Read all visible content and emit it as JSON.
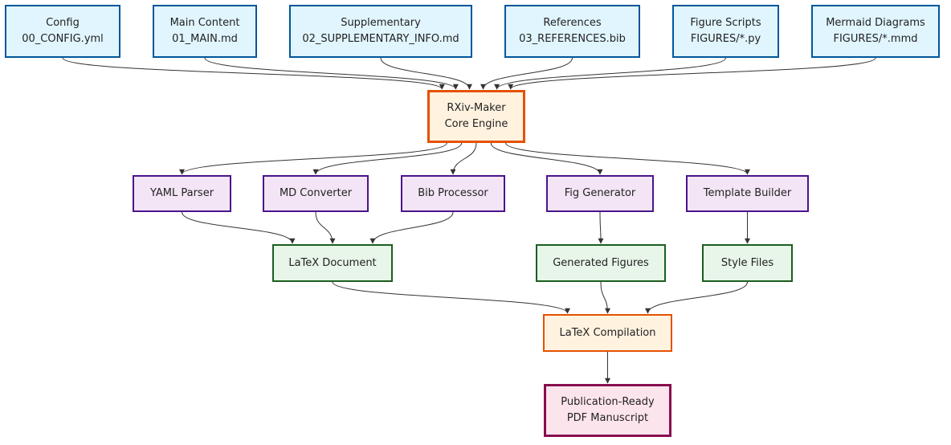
{
  "diagram": {
    "nodes": {
      "config": {
        "line1": "Config",
        "line2": "00_CONFIG.yml"
      },
      "main": {
        "line1": "Main Content",
        "line2": "01_MAIN.md"
      },
      "supp": {
        "line1": "Supplementary",
        "line2": "02_SUPPLEMENTARY_INFO.md"
      },
      "refs": {
        "line1": "References",
        "line2": "03_REFERENCES.bib"
      },
      "figscripts": {
        "line1": "Figure Scripts",
        "line2": "FIGURES/*.py"
      },
      "mermaid": {
        "line1": "Mermaid Diagrams",
        "line2": "FIGURES/*.mmd"
      },
      "core": {
        "line1": "RXiv-Maker",
        "line2": "Core Engine"
      },
      "yaml": {
        "label": "YAML Parser"
      },
      "md": {
        "label": "MD Converter"
      },
      "bib": {
        "label": "Bib Processor"
      },
      "fig": {
        "label": "Fig Generator"
      },
      "template": {
        "label": "Template Builder"
      },
      "latexdoc": {
        "label": "LaTeX Document"
      },
      "genfigs": {
        "label": "Generated Figures"
      },
      "style": {
        "label": "Style Files"
      },
      "compile": {
        "label": "LaTeX Compilation"
      },
      "pdf": {
        "line1": "Publication-Ready",
        "line2": "PDF Manuscript"
      }
    },
    "edges": [
      [
        "config",
        "core"
      ],
      [
        "main",
        "core"
      ],
      [
        "supp",
        "core"
      ],
      [
        "refs",
        "core"
      ],
      [
        "figscripts",
        "core"
      ],
      [
        "mermaid",
        "core"
      ],
      [
        "core",
        "yaml"
      ],
      [
        "core",
        "md"
      ],
      [
        "core",
        "bib"
      ],
      [
        "core",
        "fig"
      ],
      [
        "core",
        "template"
      ],
      [
        "yaml",
        "latexdoc"
      ],
      [
        "md",
        "latexdoc"
      ],
      [
        "bib",
        "latexdoc"
      ],
      [
        "fig",
        "genfigs"
      ],
      [
        "template",
        "style"
      ],
      [
        "latexdoc",
        "compile"
      ],
      [
        "genfigs",
        "compile"
      ],
      [
        "style",
        "compile"
      ],
      [
        "compile",
        "pdf"
      ]
    ],
    "colors": {
      "edge": "#333333",
      "input_fill": "#e1f5fe",
      "input_stroke": "#01579b",
      "core_fill": "#fff3e0",
      "core_stroke": "#e65100",
      "process_fill": "#f3e5f5",
      "process_stroke": "#4a148c",
      "artifact_fill": "#e8f5e9",
      "artifact_stroke": "#1b5e20",
      "output_fill": "#fce4ec",
      "output_stroke": "#880e4f"
    }
  }
}
